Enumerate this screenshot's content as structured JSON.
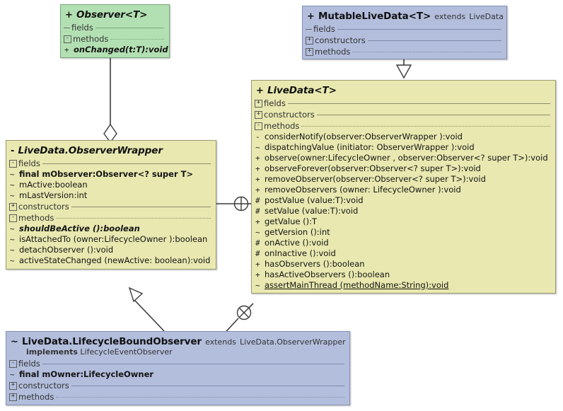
{
  "diagram": {
    "title": "LiveData UML class diagram",
    "colors": {
      "yellow_fill": "#e8e8b0",
      "green_fill": "#b3e0b3",
      "blue_fill": "#b3bedd",
      "border": "#8a8a6a",
      "line": "#3a3a3a",
      "background": "#ffffff"
    },
    "section_labels": {
      "fields": "fields",
      "constructors": "constructors",
      "methods": "methods"
    },
    "keywords": {
      "extends": "extends",
      "implements": "implements",
      "final": "final"
    }
  },
  "classes": {
    "observer": {
      "visibility": "+",
      "name": "Observer<T>",
      "sections": {
        "fields": {
          "label": "fields",
          "toggle": "none",
          "members": []
        },
        "methods": {
          "label": "methods",
          "toggle": "-",
          "members": [
            {
              "vis": "+",
              "text": "onChanged(t:T):void",
              "italic": true
            }
          ]
        }
      }
    },
    "mutablelivedata": {
      "visibility": "+",
      "name": "MutableLiveData<T>",
      "extends_keyword": "extends",
      "extends_target": "LiveData",
      "sections": {
        "fields": {
          "label": "fields",
          "toggle": "none",
          "members": []
        },
        "constructors": {
          "label": "constructors",
          "toggle": "+",
          "members": []
        },
        "methods": {
          "label": "methods",
          "toggle": "+",
          "members": []
        }
      }
    },
    "livedata": {
      "visibility": "+",
      "name": "LiveData<T>",
      "sections": {
        "fields": {
          "label": "fields",
          "toggle": "+",
          "members": []
        },
        "constructors": {
          "label": "constructors",
          "toggle": "+",
          "members": []
        },
        "methods": {
          "label": "methods",
          "toggle": "-",
          "members": [
            {
              "vis": "-",
              "text": "considerNotify(observer:ObserverWrapper ):void"
            },
            {
              "vis": "~",
              "text": "dispatchingValue (initiator: ObserverWrapper ):void"
            },
            {
              "vis": "+",
              "text": "observe(owner:LifecycleOwner ,  observer:Observer<? super T>):void"
            },
            {
              "vis": "+",
              "text": "observeForever(observer:Observer<? super T>):void"
            },
            {
              "vis": "+",
              "text": "removeObserver(observer:Observer<? super T>):void"
            },
            {
              "vis": "+",
              "text": "removeObservers (owner: LifecycleOwner ):void"
            },
            {
              "vis": "#",
              "text": "postValue (value:T):void"
            },
            {
              "vis": "#",
              "text": "setValue (value:T):void"
            },
            {
              "vis": "+",
              "text": "getValue ():T"
            },
            {
              "vis": "~",
              "text": "getVersion ():int"
            },
            {
              "vis": "#",
              "text": "onActive ():void"
            },
            {
              "vis": "#",
              "text": "onInactive ():void"
            },
            {
              "vis": "+",
              "text": "hasObservers ():boolean"
            },
            {
              "vis": "+",
              "text": "hasActiveObservers ():boolean"
            },
            {
              "vis": "~",
              "text": "assertMainThread (methodName:String):void",
              "underline": true
            }
          ]
        }
      }
    },
    "observerwrapper": {
      "visibility": "-",
      "name": "LiveData.ObserverWrapper",
      "sections": {
        "fields": {
          "label": "fields",
          "toggle": "-",
          "members": [
            {
              "vis": "~",
              "text": "final   mObserver:Observer<? super T>",
              "final": true
            },
            {
              "vis": "~",
              "text": "mActive:boolean"
            },
            {
              "vis": "~",
              "text": "mLastVersion:int"
            }
          ]
        },
        "constructors": {
          "label": "constructors",
          "toggle": "+",
          "members": []
        },
        "methods": {
          "label": "methods",
          "toggle": "-",
          "members": [
            {
              "vis": "~",
              "text": "shouldBeActive ():boolean",
              "italic": true
            },
            {
              "vis": "~",
              "text": "isAttachedTo (owner:LifecycleOwner ):boolean"
            },
            {
              "vis": "~",
              "text": "detachObserver ():void"
            },
            {
              "vis": "~",
              "text": "activeStateChanged (newActive: boolean):void"
            }
          ]
        }
      }
    },
    "lifecycleboundobserver": {
      "visibility": "~",
      "name": "LiveData.LifecycleBoundObserver",
      "extends_keyword": "extends",
      "extends_target": "LiveData.ObserverWrapper",
      "implements_keyword": "implements",
      "implements_target": "LifecycleEventObserver",
      "sections": {
        "fields": {
          "label": "fields",
          "toggle": "-",
          "members": [
            {
              "vis": "~",
              "text": "final   mOwner:LifecycleOwner",
              "final": true
            }
          ]
        },
        "constructors": {
          "label": "constructors",
          "toggle": "+",
          "members": []
        },
        "methods": {
          "label": "methods",
          "toggle": "+",
          "members": []
        }
      }
    }
  },
  "relationships": [
    {
      "name": "observer-to-observerwrapper",
      "kind": "aggregation",
      "from": "Observer<T>",
      "to": "LiveData.ObserverWrapper",
      "marker": "open-diamond"
    },
    {
      "name": "mutablelivedata-to-livedata",
      "kind": "generalization",
      "from": "MutableLiveData<T>",
      "to": "LiveData<T>",
      "marker": "hollow-triangle"
    },
    {
      "name": "lifecycleboundobserver-to-observerwrapper",
      "kind": "generalization",
      "from": "LiveData.LifecycleBoundObserver",
      "to": "LiveData.ObserverWrapper",
      "marker": "hollow-triangle"
    },
    {
      "name": "livedata-contains-observerwrapper",
      "kind": "containment",
      "from": "LiveData<T>",
      "to": "LiveData.ObserverWrapper",
      "marker": "circle-plus"
    },
    {
      "name": "livedata-contains-lifecycleboundobserver",
      "kind": "containment",
      "from": "LiveData<T>",
      "to": "LiveData.LifecycleBoundObserver",
      "marker": "circle-plus"
    }
  ]
}
